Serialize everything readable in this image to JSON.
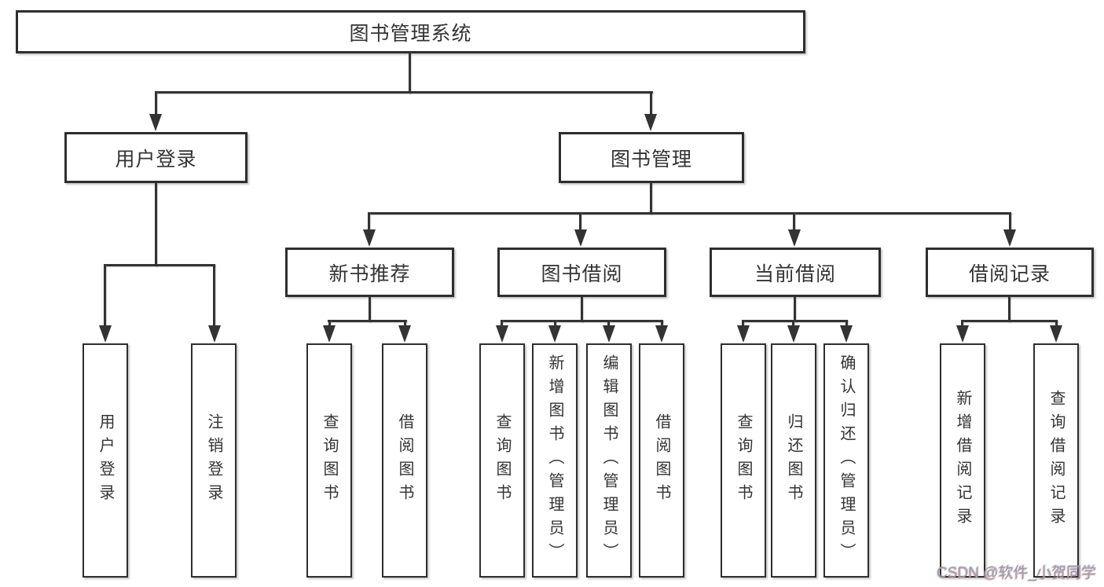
{
  "tree": {
    "root": "图书管理系统",
    "level2": [
      "用户登录",
      "图书管理"
    ],
    "level3": [
      "新书推荐",
      "图书借阅",
      "当前借阅",
      "借阅记录"
    ],
    "leaves": {
      "user_login": [
        "用户登录",
        "注销登录"
      ],
      "new_book": [
        "查询图书",
        "借阅图书"
      ],
      "book_borrow": [
        "查询图书",
        "新增图书（管理员）",
        "编辑图书（管理员）",
        "借阅图书"
      ],
      "current_borrow": [
        "查询图书",
        "归还图书",
        "确认归还（管理员）"
      ],
      "borrow_records": [
        "新增借阅记录",
        "查询借阅记录"
      ]
    }
  },
  "watermark": "CSDN @软件_小贺同学",
  "colors": {
    "line": "#333333",
    "box_border": "#2e2e2e",
    "text": "#333333",
    "background": "#ffffff",
    "watermark": "#9e9e9e"
  }
}
